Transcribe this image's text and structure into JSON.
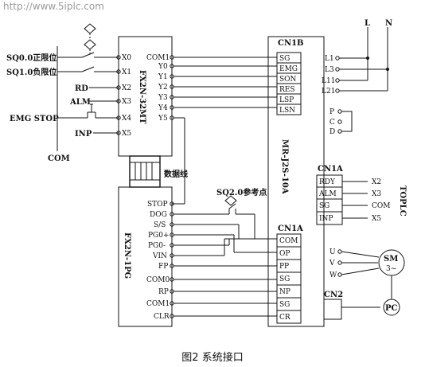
{
  "watermark": "http://www.5iplc.com",
  "caption": "图2 系统接口",
  "power": {
    "l": "L",
    "n": "N"
  },
  "left_inputs": [
    {
      "label": "SQ0.0正限位",
      "terminal": "X0"
    },
    {
      "label": "SQ1.0负限位",
      "terminal": "X1"
    },
    {
      "label": "RD",
      "terminal": "X2"
    },
    {
      "label": "ALM",
      "terminal": "X3"
    },
    {
      "label": "EMG STOP",
      "terminal": "X4"
    },
    {
      "label": "INP",
      "terminal": "X5"
    }
  ],
  "com_label": "COM",
  "plc": {
    "name": "FX2N-32MT",
    "outputs": [
      "COM1",
      "Y0",
      "Y1",
      "Y2",
      "Y3",
      "Y4",
      "Y5"
    ]
  },
  "data_cable_label": "数据线",
  "positioner": {
    "name": "FX2N-1PG",
    "terminals": [
      "STOP",
      "DOG",
      "S/S",
      "PG0+",
      "PG0-",
      "VIN",
      "FP",
      "COM0",
      "RP",
      "COM1",
      "CLR"
    ]
  },
  "sq20_label": "SQ2.0参考点",
  "servo": {
    "name": "MR-J2S-10A",
    "cn1b_title": "CN1B",
    "cn1b": [
      "SG",
      "EMG",
      "SON",
      "RES",
      "LSP",
      "LSN"
    ],
    "cn1a_lower_title": "CN1A",
    "cn1a_lower": [
      "COM",
      "OP",
      "PP",
      "SG",
      "NP",
      "SG",
      "CR"
    ],
    "cn1a_upper_title": "CN1A",
    "cn1a_upper": [
      {
        "pin": "RDY",
        "to": "X2"
      },
      {
        "pin": "ALM",
        "to": "X3"
      },
      {
        "pin": "SG",
        "to": "COM"
      },
      {
        "pin": "INP",
        "to": "X5"
      }
    ],
    "power_terminals": [
      "L1",
      "L3",
      "L11",
      "L21"
    ],
    "pcd_terminals": [
      "P",
      "C",
      "D"
    ],
    "motor_terminals": [
      "U",
      "V",
      "W"
    ],
    "cn2_title": "CN2"
  },
  "toplc_label": "TOPLC",
  "motor": {
    "line1": "SM",
    "line2": "3~"
  },
  "encoder": "PC"
}
